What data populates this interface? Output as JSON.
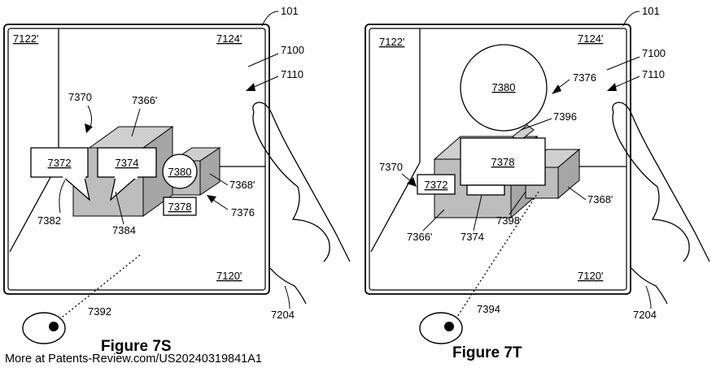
{
  "labels": {
    "device": "101",
    "view": "7100",
    "hand_arrow": "7110",
    "wall_left": "7122'",
    "wall_back": "7124'",
    "floor": "7120'",
    "hand": "7204",
    "object_7370": "7370",
    "object_7366": "7366'",
    "object_7368": "7368'",
    "object_7372": "7372",
    "object_7374": "7374",
    "object_7380": "7380",
    "object_7378": "7378",
    "object_7376": "7376",
    "callout_7382": "7382",
    "callout_7384": "7384",
    "gaze_s": "7392",
    "callout_7396": "7396",
    "callout_7398": "7398",
    "gaze_t": "7394"
  },
  "captions": {
    "fig_s": "Figure 7S",
    "fig_t": "Figure 7T"
  },
  "footer": "More at Patents-Review.com/US20240319841A1"
}
